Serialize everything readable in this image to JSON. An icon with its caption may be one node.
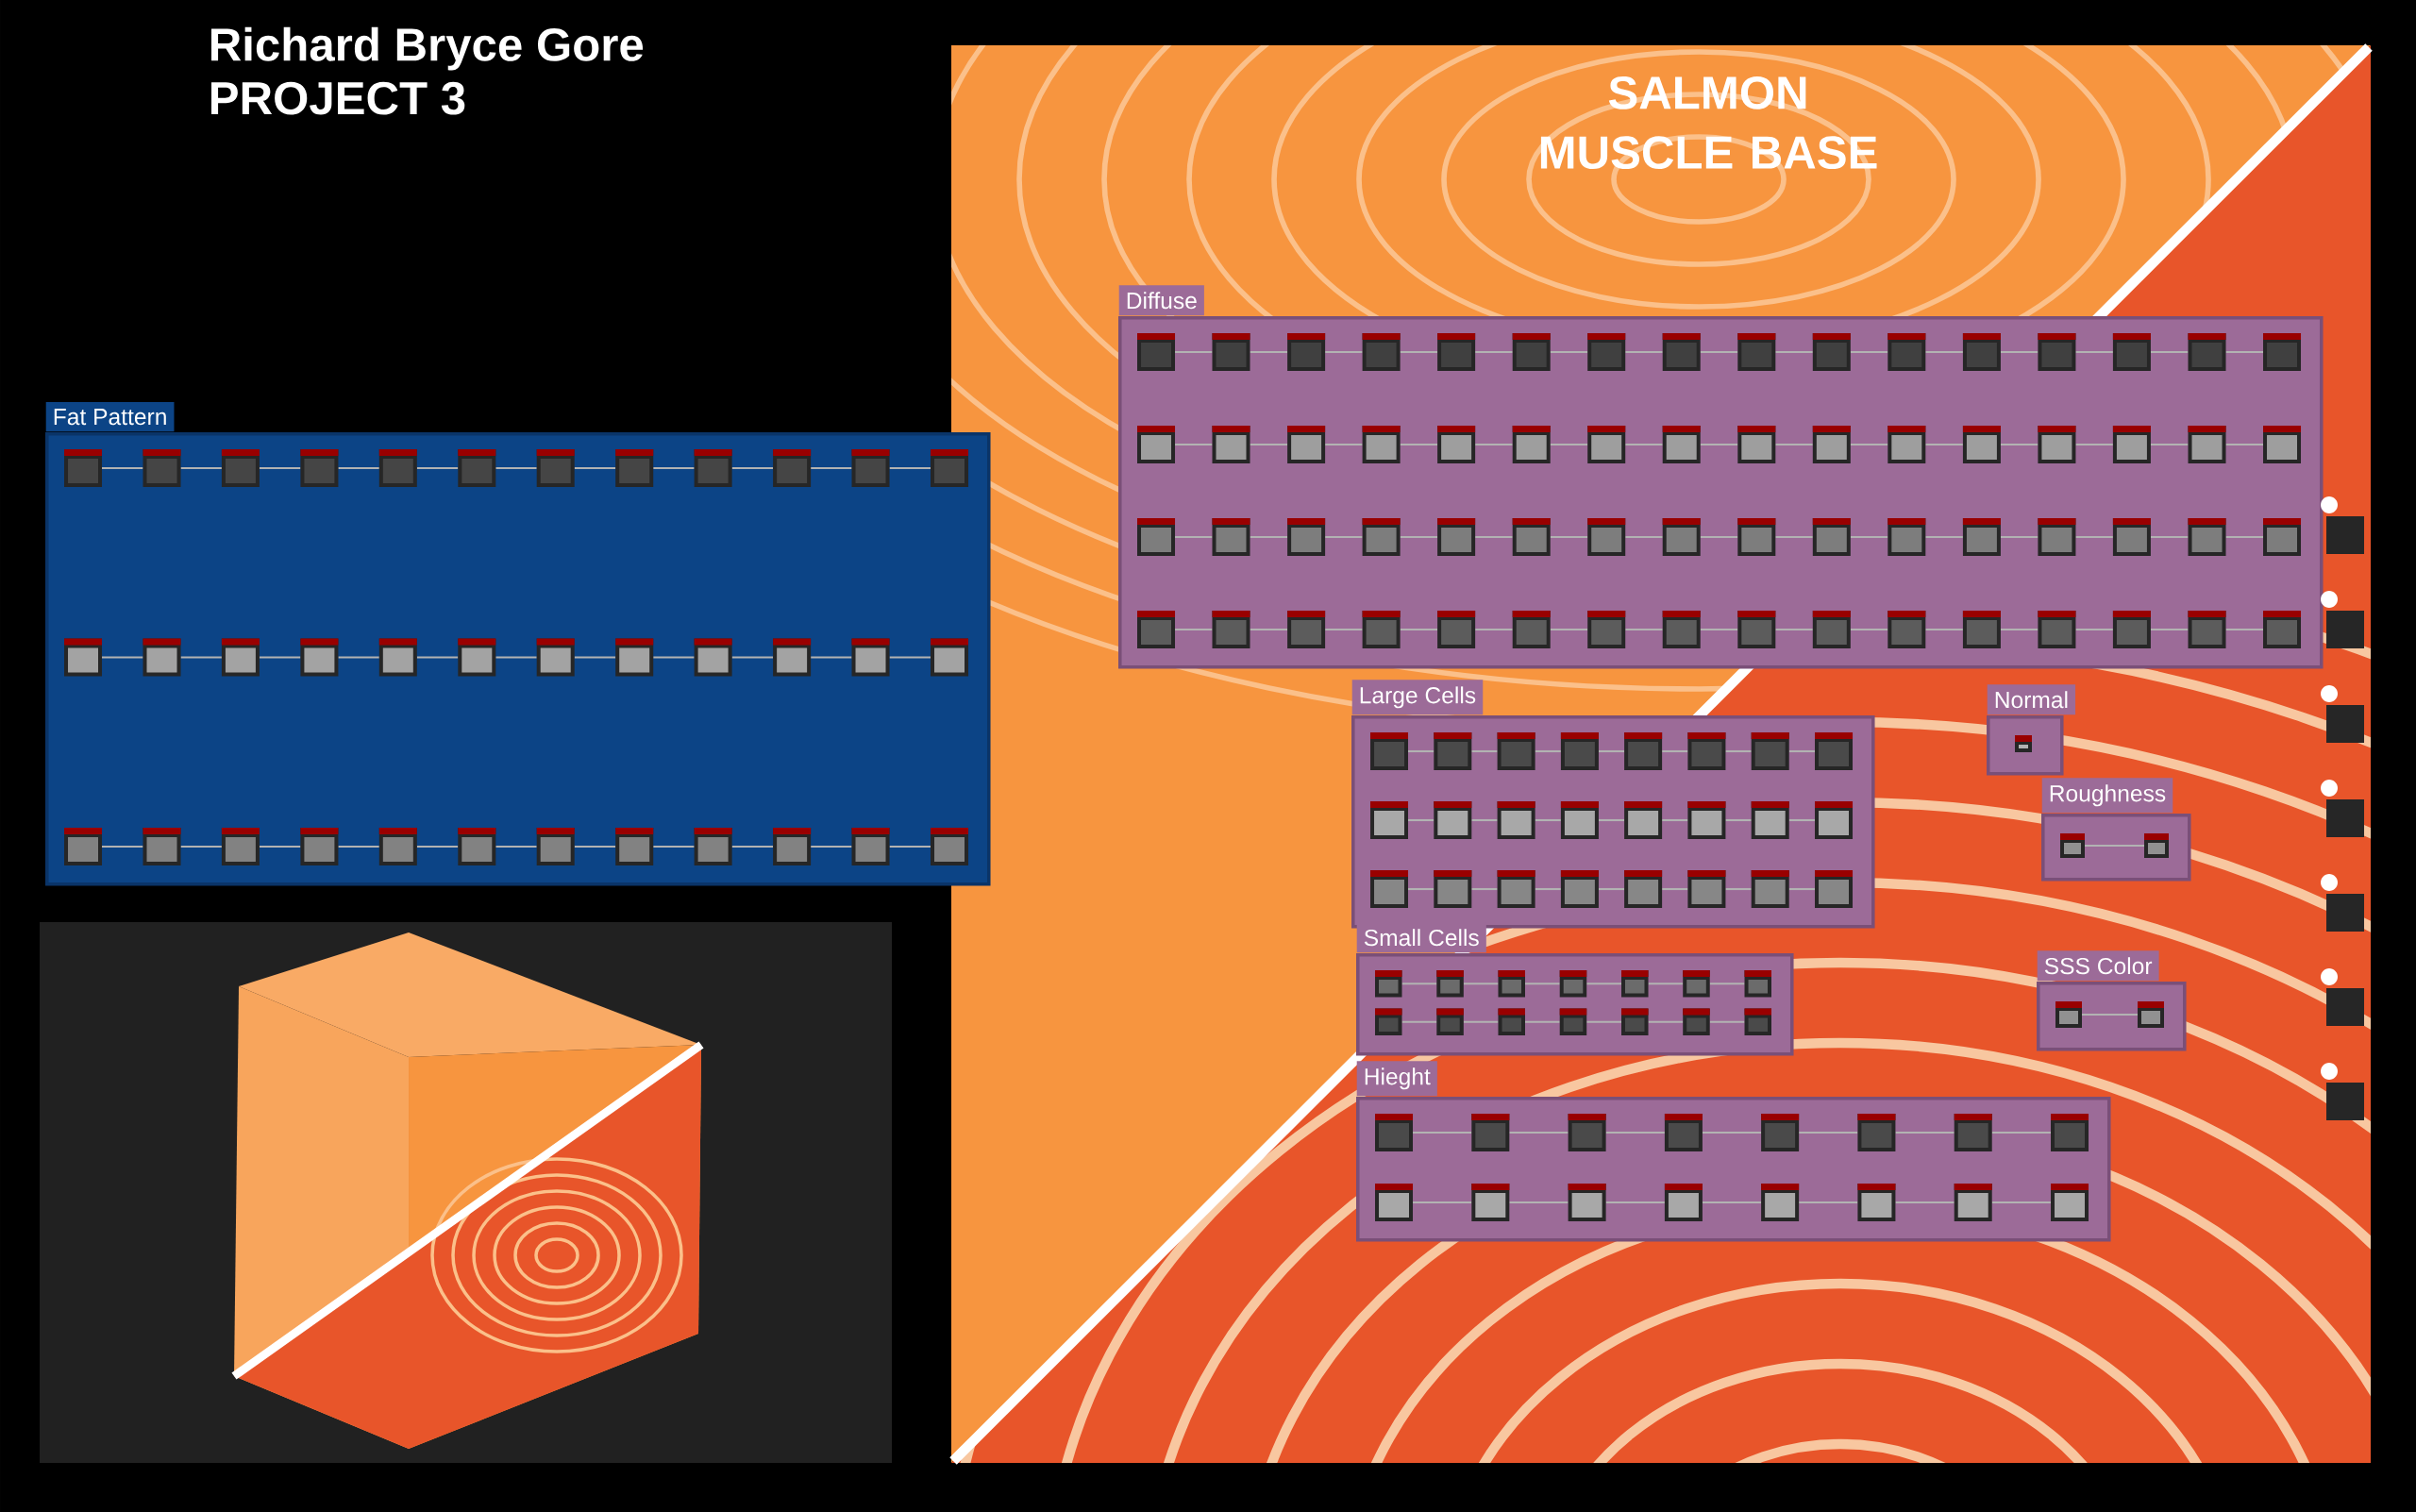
{
  "diagram": {
    "title": "Richard Bryce Gore",
    "nodes": [
      {
        "text": [
          "Fat Pattern"
        ]
      },
      {
        "text": [
          "Diffuse"
        ]
      },
      {
        "text": [
          "Large Cells"
        ]
      },
      {
        "text": [
          "Small Cells"
        ]
      },
      {
        "text": [
          "Hieght"
        ]
      },
      {
        "text": [
          "Normal"
        ]
      },
      {
        "text": [
          "Roughness"
        ]
      },
      {
        "text": [
          "SSS Color"
        ]
      }
    ],
    "labels": [
      "PROJECT 3",
      "SALMON MUSCLE BASE"
    ]
  }
}
